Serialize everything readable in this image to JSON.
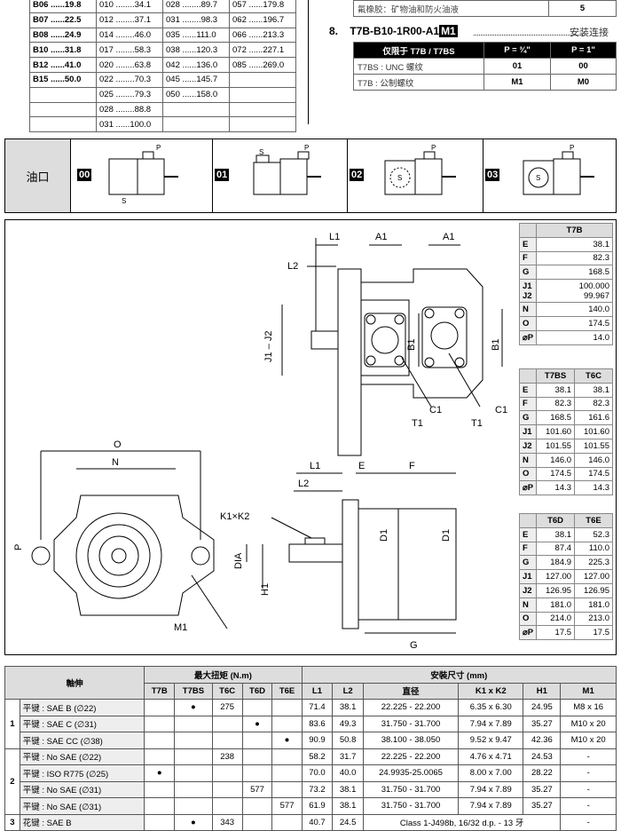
{
  "displacement_codes": [
    [
      "B06 ......19.8",
      "010 ........34.1",
      "028 ........89.7",
      "057 ......179.8"
    ],
    [
      "B07 ......22.5",
      "012 ........37.1",
      "031 ........98.3",
      "062 ......196.7"
    ],
    [
      "B08 ......24.9",
      "014 ........46.0",
      "035 ......111.0",
      "066 ......213.3"
    ],
    [
      "B10 ......31.8",
      "017 ........58.3",
      "038 ......120.3",
      "072 ......227.1"
    ],
    [
      "B12 ......41.0",
      "020 ........63.8",
      "042 ......136.0",
      "085 ......269.0"
    ],
    [
      "B15 ......50.0",
      "022 ........70.3",
      "045 ......145.7",
      ""
    ],
    [
      "",
      "025 ........79.3",
      "050 ......158.0",
      ""
    ],
    [
      "",
      "028 ........88.8",
      "",
      ""
    ],
    [
      "",
      "031 ......100.0",
      "",
      ""
    ]
  ],
  "seals": [
    {
      "label": "氟橡胶：矿物油和防火油液",
      "code": "5"
    }
  ],
  "section8": {
    "number": "8.",
    "model_prefix": "T7B-B10-1R00-A1",
    "model_highlight": "M1",
    "caption": "安装连接"
  },
  "thread_table": {
    "header": [
      "仅限于 T7B / T7BS",
      "P = ¾\"",
      "P = 1\""
    ],
    "rows": [
      [
        "T7BS : UNC 螺纹",
        "01",
        "00"
      ],
      [
        "T7B : 公制螺纹",
        "M1",
        "M0"
      ]
    ]
  },
  "ports": {
    "label": "油口",
    "options": [
      "00",
      "01",
      "02",
      "03"
    ],
    "p_label": "P",
    "s_label": "S"
  },
  "drawing_labels": {
    "L1": "L1",
    "L2": "L2",
    "A1": "A1",
    "J1J2": "J1 – J2",
    "B1": "B1",
    "C1": "C1",
    "T1": "T1",
    "O": "O",
    "N": "N",
    "P": "P",
    "M1": "M1",
    "E": "E",
    "F": "F",
    "K1K2": "K1×K2",
    "DIA": "DIA",
    "H1": "H1",
    "D1": "D1",
    "G": "G"
  },
  "dim_tables": [
    {
      "headers": [
        "T7B"
      ],
      "rows": [
        [
          "E",
          "38.1"
        ],
        [
          "F",
          "82.3"
        ],
        [
          "G",
          "168.5"
        ],
        [
          "J1\nJ2",
          "100.000\n99.967"
        ],
        [
          "N",
          "140.0"
        ],
        [
          "O",
          "174.5"
        ],
        [
          "⌀P",
          "14.0"
        ]
      ]
    },
    {
      "headers": [
        "T7BS",
        "T6C"
      ],
      "rows": [
        [
          "E",
          "38.1",
          "38.1"
        ],
        [
          "F",
          "82.3",
          "82.3"
        ],
        [
          "G",
          "168.5",
          "161.6"
        ],
        [
          "J1",
          "101.60",
          "101.60"
        ],
        [
          "J2",
          "101.55",
          "101.55"
        ],
        [
          "N",
          "146.0",
          "146.0"
        ],
        [
          "O",
          "174.5",
          "174.5"
        ],
        [
          "⌀P",
          "14.3",
          "14.3"
        ]
      ]
    },
    {
      "headers": [
        "T6D",
        "T6E"
      ],
      "rows": [
        [
          "E",
          "38.1",
          "52.3"
        ],
        [
          "F",
          "87.4",
          "110.0"
        ],
        [
          "G",
          "184.9",
          "225.3"
        ],
        [
          "J1",
          "127.00",
          "127.00"
        ],
        [
          "J2",
          "126.95",
          "126.95"
        ],
        [
          "N",
          "181.0",
          "181.0"
        ],
        [
          "O",
          "214.0",
          "213.0"
        ],
        [
          "⌀P",
          "17.5",
          "17.5"
        ]
      ]
    }
  ],
  "shaft_table": {
    "h_shaft": "軸伸",
    "h_torque": "最大扭矩 (N.m)",
    "h_mount": "安裝尺寸 (mm)",
    "torque_cols": [
      "T7B",
      "T7BS",
      "T6C",
      "T6D",
      "T6E"
    ],
    "mount_cols": [
      "L1",
      "L2",
      "直径",
      "K1 x K2",
      "H1",
      "M1"
    ],
    "groups": [
      {
        "no": "1",
        "rows": [
          {
            "name": "平键 : SAE B (∅22)",
            "t": [
              "",
              "●",
              "275",
              "",
              ""
            ],
            "m": [
              "71.4",
              "38.1",
              "22.225 - 22.200",
              "6.35 x 6.30",
              "24.95",
              "M8 x 16"
            ]
          },
          {
            "name": "平键 : SAE C (∅31)",
            "t": [
              "",
              "",
              "",
              "●",
              ""
            ],
            "m": [
              "83.6",
              "49.3",
              "31.750 - 31.700",
              "7.94 x 7.89",
              "35.27",
              "M10 x 20"
            ]
          },
          {
            "name": "平键 : SAE CC (∅38)",
            "t": [
              "",
              "",
              "",
              "",
              "●"
            ],
            "m": [
              "90.9",
              "50.8",
              "38.100 - 38.050",
              "9.52 x 9.47",
              "42.36",
              "M10 x 20"
            ]
          }
        ]
      },
      {
        "no": "2",
        "rows": [
          {
            "name": "平键 : No SAE (∅22)",
            "t": [
              "",
              "",
              "238",
              "",
              ""
            ],
            "m": [
              "58.2",
              "31.7",
              "22.225 - 22.200",
              "4.76 x 4.71",
              "24.53",
              "-"
            ]
          },
          {
            "name": "平键 : ISO R775 (∅25)",
            "t": [
              "●",
              "",
              "",
              "",
              ""
            ],
            "m": [
              "70.0",
              "40.0",
              "24.9935-25.0065",
              "8.00 x 7.00",
              "28.22",
              "-"
            ]
          },
          {
            "name": "平键 : No SAE (∅31)",
            "t": [
              "",
              "",
              "",
              "577",
              ""
            ],
            "m": [
              "73.2",
              "38.1",
              "31.750 - 31.700",
              "7.94 x 7.89",
              "35.27",
              "-"
            ]
          },
          {
            "name": "平键 : No SAE (∅31)",
            "t": [
              "",
              "",
              "",
              "",
              "577"
            ],
            "m": [
              "61.9",
              "38.1",
              "31.750 - 31.700",
              "7.94 x 7.89",
              "35.27",
              "-"
            ]
          }
        ]
      },
      {
        "no": "3",
        "rows": [
          {
            "name": "花键 : SAE B",
            "t": [
              "",
              "●",
              "343",
              "",
              ""
            ],
            "m": [
              "40.7",
              "24.5",
              "Class 1-J498b, 16/32 d.p. - 13 牙",
              "",
              "",
              "-"
            ]
          }
        ]
      }
    ]
  }
}
